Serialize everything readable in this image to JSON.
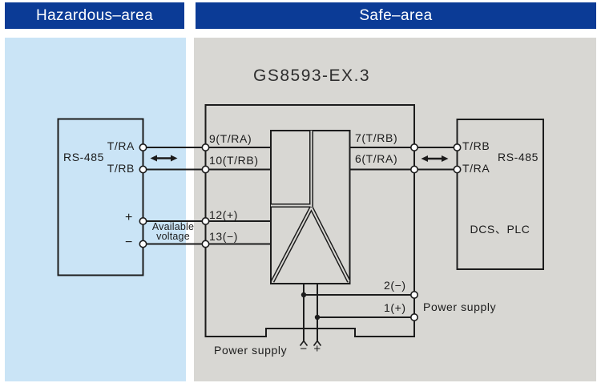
{
  "colors": {
    "header_bg": "#0b3b96",
    "hazard_bg": "#cae4f6",
    "safe_bg": "#d8d7d3",
    "line": "#1c1c1c",
    "text": "#1c1c1c"
  },
  "headers": {
    "hazardous": "Hazardous–area",
    "safe": "Safe–area"
  },
  "isolator": {
    "title": "GS8593-EX.3",
    "terminals": {
      "t9": "9(T/RA)",
      "t10": "10(T/RB)",
      "t12": "12(+)",
      "t13": "13(−)",
      "t7": "7(T/RB)",
      "t6": "6(T/RA)",
      "t2": "2(−)",
      "t1": "1(+)"
    }
  },
  "hazardous_device": {
    "name": "RS-485",
    "terminal_a": "T/RA",
    "terminal_b": "T/RB",
    "plus": "+",
    "minus": "−"
  },
  "available_voltage": {
    "line1": "Available",
    "line2": "voltage"
  },
  "safe_device": {
    "terminal_b": "T/RB",
    "terminal_a": "T/RA",
    "name": "RS-485",
    "label": "DCS、PLC"
  },
  "power": {
    "bottom_label": "Power supply",
    "bottom_minus": "−",
    "bottom_plus": "+",
    "right_label": "Power supply"
  }
}
